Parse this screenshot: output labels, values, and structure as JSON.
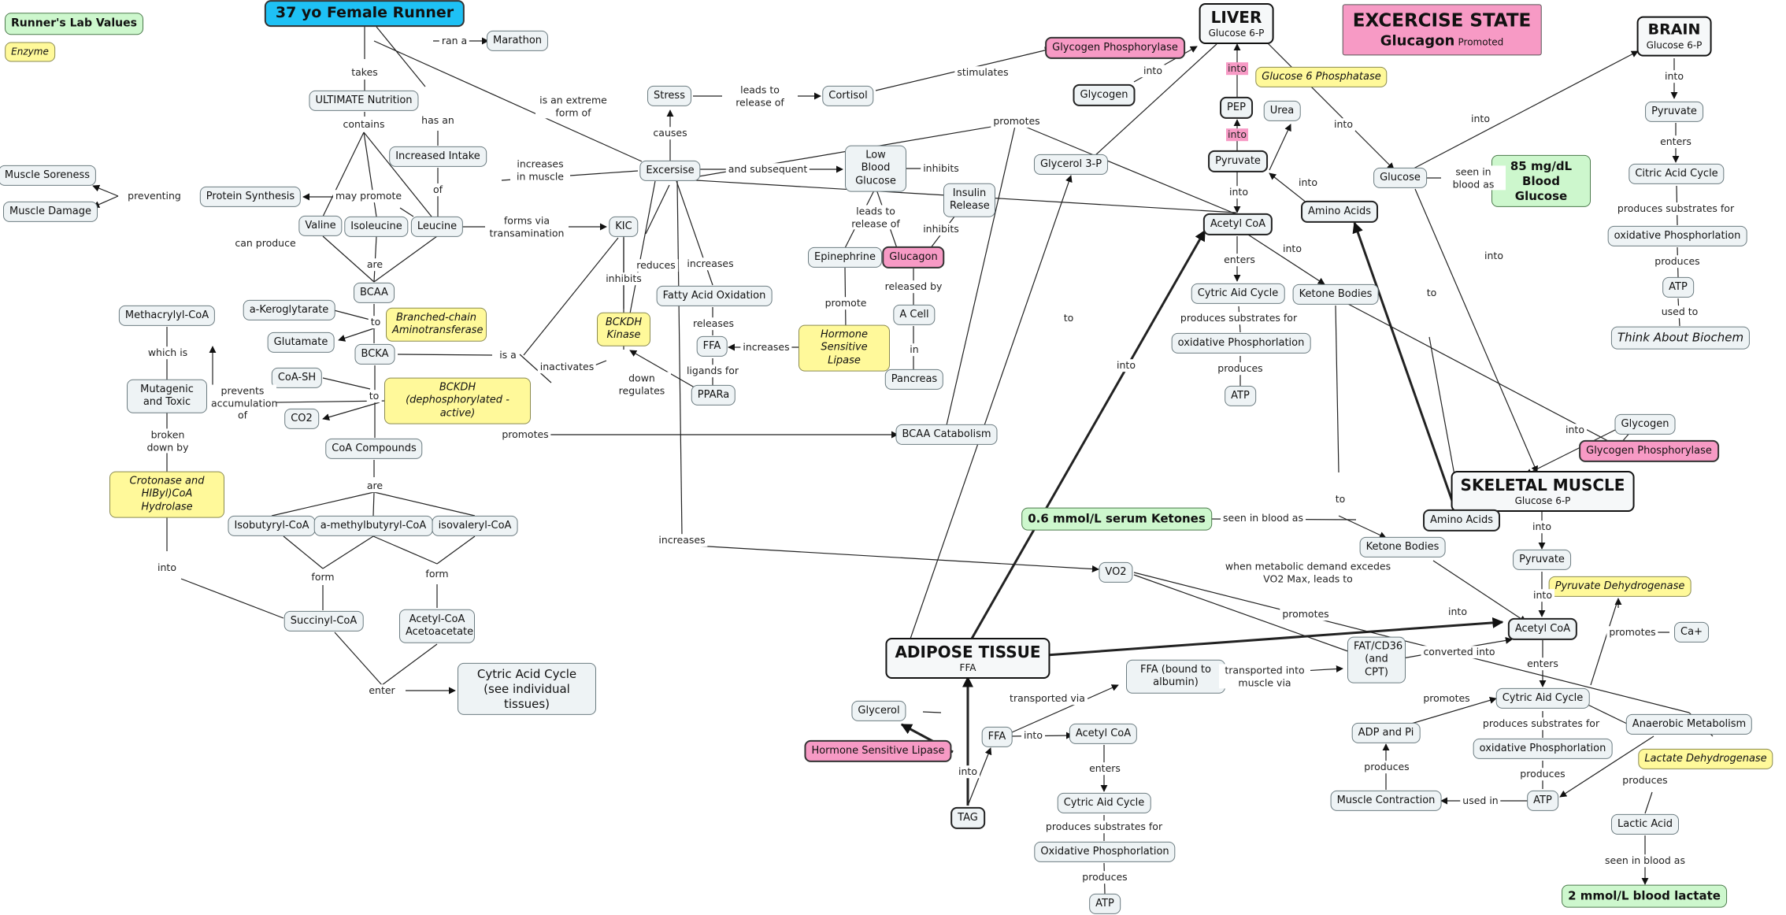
{
  "header": {
    "legend_lab": "Runner's Lab Values",
    "legend_enzyme": "Enzyme",
    "patient": "37 yo Female Runner",
    "state_title": "EXCERCISE STATE",
    "state_hormone": "Glucagon",
    "state_promoted": "Promoted"
  },
  "hubs": {
    "liver": {
      "title": "LIVER",
      "sub": "Glucose 6-P"
    },
    "brain": {
      "title": "BRAIN",
      "sub": "Glucose 6-P"
    },
    "muscle": {
      "title": "SKELETAL MUSCLE",
      "sub": "Glucose 6-P"
    },
    "adipose": {
      "title": "ADIPOSE TISSUE",
      "sub": "FFA"
    }
  },
  "nodes": {
    "marathon": "Marathon",
    "ultimate": "ULTIMATE Nutrition",
    "increased_intake": "Increased Intake",
    "muscle_soreness": "Muscle Soreness",
    "muscle_damage": "Muscle Damage",
    "protein_synthesis": "Protein Synthesis",
    "valine": "Valine",
    "isoleucine": "Isoleucine",
    "leucine": "Leucine",
    "kic": "KIC",
    "bcaa": "BCAA",
    "a_keroglytarate": "a-Keroglytarate",
    "glutamate": "Glutamate",
    "bcat": "Branched-chain Aminotransferase",
    "bcka": "BCKA",
    "coa_sh": "CoA-SH",
    "co2": "CO2",
    "bckdh": "BCKDH (dephosphorylated - active)",
    "bckdh_kinase": "BCKDH Kinase",
    "methacrylyl": "Methacrylyl-CoA",
    "mutagenic": "Mutagenic and Toxic",
    "crotonase": "Crotonase and HIByl)CoA Hydrolase",
    "coa_compounds": "CoA Compounds",
    "isobutyryl": "Isobutyryl-CoA",
    "methylbutyryl": "a-methylbutyryl-CoA",
    "isovaleryl": "isovaleryl-CoA",
    "succinyl": "Succinyl-CoA",
    "acetyl_acetoacetate": "Acetyl-CoA Acetoacetate",
    "cytric_see": "Cytric Acid Cycle (see individual tissues)",
    "stress": "Stress",
    "cortisol": "Cortisol",
    "excersise": "Excersise",
    "low_blood_glucose": "Low Blood Glucose",
    "insulin_release": "Insulin Release",
    "epinephrine": "Epinephrine",
    "glucagon": "Glucagon",
    "a_cell": "A Cell",
    "pancreas": "Pancreas",
    "fatty_acid_ox": "Fatty Acid Oxidation",
    "ffa_mid": "FFA",
    "hsl_enzyme": "Hormone Sensitive Lipase",
    "ppara": "PPARa",
    "bcaa_catabolism": "BCAA Catabolism",
    "glycogen_phos_liver": "Glycogen Phosphorylase",
    "glycogen_liver": "Glycogen",
    "glycerol3p": "Glycerol 3-P",
    "pep": "PEP",
    "g6p_enzyme": "Glucose 6 Phosphatase",
    "urea": "Urea",
    "pyruvate_liver": "Pyruvate",
    "amino_acids_liver": "Amino Acids",
    "glucose_liver": "Glucose",
    "blood_glucose": "85 mg/dL Blood Glucose",
    "acetyl_coa_liver": "Acetyl CoA",
    "cytric_liver": "Cytric Aid Cycle",
    "ketone_bodies_liver": "Ketone Bodies",
    "ox_phos_liver": "oxidative Phosphorlation",
    "atp_liver": "ATP",
    "pyruvate_brain": "Pyruvate",
    "citric_brain": "Citric Acid Cycle",
    "ox_phos_brain": "oxidative Phosphorlation",
    "atp_brain": "ATP",
    "think_biochem": "Think About Biochem",
    "serum_ketones": "0.6 mmol/L serum Ketones",
    "ketone_bodies_muscle": "Ketone Bodies",
    "amino_acids_muscle": "Amino Acids",
    "glycogen_muscle": "Glycogen",
    "glycogen_phos_muscle": "Glycogen Phosphorylase",
    "vo2": "VO2",
    "pyruvate_muscle": "Pyruvate",
    "pdh": "Pyruvate Dehydrogenase",
    "acetyl_coa_muscle": "Acetyl CoA",
    "ca": "Ca+",
    "fat_cd36": "FAT/CD36 (and CPT)",
    "ffa_albumin": "FFA (bound to albumin)",
    "cytric_muscle": "Cytric Aid Cycle",
    "adp_pi": "ADP and Pi",
    "anaerobic": "Anaerobic Metabolism",
    "ldh": "Lactate Dehydrogenase",
    "ox_phos_muscle": "oxidative Phosphorlation",
    "muscle_contraction": "Muscle Contraction",
    "atp_muscle": "ATP",
    "lactic_acid": "Lactic Acid",
    "blood_lactate": "2 mmol/L blood lactate",
    "glycerol": "Glycerol",
    "hsl_adipose": "Hormone Sensitive Lipase",
    "ffa_adipose": "FFA",
    "acetyl_coa_adipose": "Acetyl CoA",
    "tag": "TAG",
    "cytric_adipose": "Cytric Aid Cycle",
    "ox_phos_adipose": "Oxidative Phosphorlation",
    "atp_adipose": "ATP"
  },
  "labels": {
    "ran_a": "ran a",
    "takes": "takes",
    "has_an": "has an",
    "contains": "contains",
    "of": "of",
    "may_promote": "may promote",
    "preventing": "preventing",
    "can_produce": "can produce",
    "are1": "are",
    "forms_via": "forms via transamination",
    "inhibits_kic": "inhibits",
    "is_a": "is a",
    "to1": "to",
    "to2": "to",
    "which_is": "which is",
    "prevents": "prevents accumulation of",
    "broken_down": "broken down by",
    "inactivates": "inactivates",
    "promotes_bcaa": "promotes",
    "down_reg": "down regulates",
    "are2": "are",
    "form1": "form",
    "form2": "form",
    "into_crotonase": "into",
    "enter": "enter",
    "is_extreme": "is an extreme form of",
    "causes": "causes",
    "leads_to_cortisol": "leads to release of",
    "stimulates": "stimulates",
    "increases_muscle": "increases in muscle",
    "and_subsequent": "and subsequent",
    "inhibits_insulin": "inhibits",
    "inhibits_glucagon": "inhibits",
    "leads_to_glucagon": "leads to release of",
    "reduces": "reduces",
    "increases_fao": "increases",
    "releases": "releases",
    "increases_hsl": "increases",
    "ligands": "ligands for",
    "promote": "promote",
    "released_by": "released by",
    "in": "in",
    "promotes_top": "promotes",
    "increases_vo2": "increases",
    "into_glycogen_liver": "into",
    "into_pep": "into",
    "into_pyr_liver": "into",
    "into_urea": "into",
    "into_acetyl_liver": "into",
    "into_g6p": "into",
    "seen_blood_glucose": "seen in blood as",
    "enters_liver": "enters",
    "into_ketone_liver": "into",
    "produces_sub_liver": "produces substrates for",
    "produces_liver": "produces",
    "into_brain": "into",
    "into_pyr_brain": "into",
    "enters_brain": "enters",
    "produces_sub_brain": "produces substrates for",
    "produces_brain": "produces",
    "used_in_brain": "used to",
    "into_muscle_glucose": "into",
    "to_ketone_muscle": "to",
    "to_amino": "to",
    "seen_ketones": "seen in blood as",
    "into_glycogen_muscle": "into",
    "into_pyr_muscle": "into",
    "into_acetyl_muscle": "into",
    "into_ketone_muscle": "into",
    "when_vo2": "when metabolic demand excedes VO2 Max, leads to",
    "promotes_fat": "promotes",
    "converted_into": "converted into",
    "promotes_ca": "promotes",
    "enters_muscle": "enters",
    "promotes_adp": "promotes",
    "produces_sub_muscle": "produces substrates for",
    "produces_muscle": "produces",
    "used_in_muscle": "used in",
    "produces_adp": "produces",
    "produces_lactic": "produces",
    "seen_lactate": "seen in blood as",
    "into_adipose_liver": "into",
    "to_glycerol3p": "to",
    "transported_via": "transported via",
    "transported_into": "transported into muscle via",
    "into_tag": "into",
    "into_acetyl_adipose": "into",
    "enters_adipose": "enters",
    "produces_sub_adipose": "produces substrates for",
    "produces_adipose": "produces"
  },
  "colors": {
    "enzyme": "#fff99a",
    "hormone": "#f79ac5",
    "lab_value": "#cdf7cd",
    "patient": "#1ec1f5",
    "node": "#eef3f5"
  }
}
